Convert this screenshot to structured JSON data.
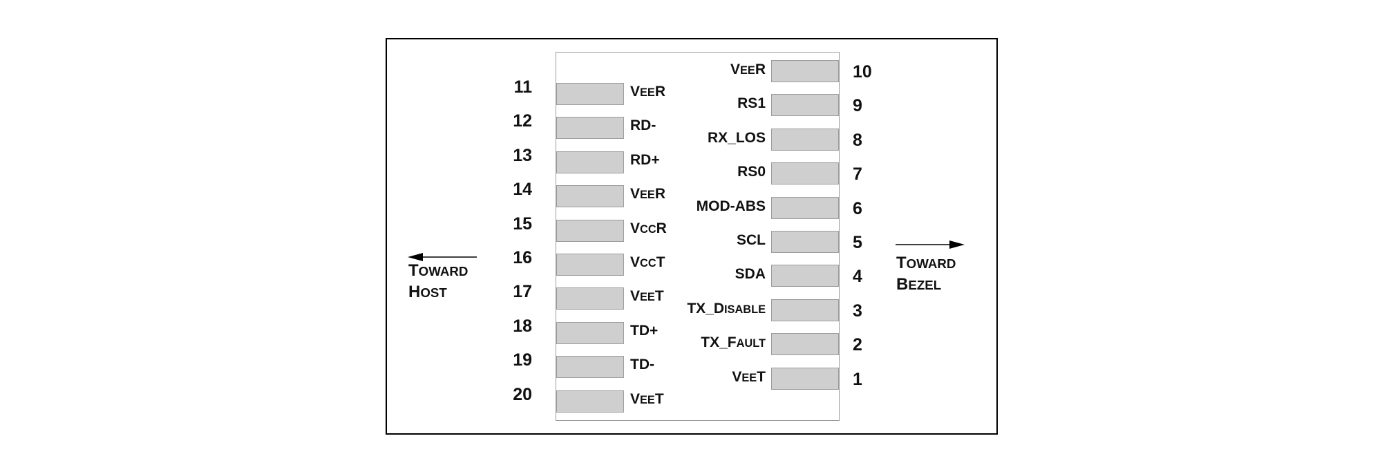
{
  "pins_left": [
    {
      "num": "11",
      "signal": [
        {
          "t": "V",
          "sc": false
        },
        {
          "t": "EE",
          "sc": true
        },
        {
          "t": "R",
          "sc": false
        }
      ]
    },
    {
      "num": "12",
      "signal": [
        {
          "t": "RD-",
          "sc": false
        }
      ]
    },
    {
      "num": "13",
      "signal": [
        {
          "t": "RD+",
          "sc": false
        }
      ]
    },
    {
      "num": "14",
      "signal": [
        {
          "t": "V",
          "sc": false
        },
        {
          "t": "EE",
          "sc": true
        },
        {
          "t": "R",
          "sc": false
        }
      ]
    },
    {
      "num": "15",
      "signal": [
        {
          "t": "V",
          "sc": false
        },
        {
          "t": "CC",
          "sc": true
        },
        {
          "t": "R",
          "sc": false
        }
      ]
    },
    {
      "num": "16",
      "signal": [
        {
          "t": "V",
          "sc": false
        },
        {
          "t": "CC",
          "sc": true
        },
        {
          "t": "T",
          "sc": false
        }
      ]
    },
    {
      "num": "17",
      "signal": [
        {
          "t": "V",
          "sc": false
        },
        {
          "t": "EE",
          "sc": true
        },
        {
          "t": "T",
          "sc": false
        }
      ]
    },
    {
      "num": "18",
      "signal": [
        {
          "t": "TD+",
          "sc": false
        }
      ]
    },
    {
      "num": "19",
      "signal": [
        {
          "t": "TD-",
          "sc": false
        }
      ]
    },
    {
      "num": "20",
      "signal": [
        {
          "t": "V",
          "sc": false
        },
        {
          "t": "EE",
          "sc": true
        },
        {
          "t": "T",
          "sc": false
        }
      ]
    }
  ],
  "pins_right": [
    {
      "num": "10",
      "signal": [
        {
          "t": "V",
          "sc": false
        },
        {
          "t": "EE",
          "sc": true
        },
        {
          "t": "R",
          "sc": false
        }
      ]
    },
    {
      "num": "9",
      "signal": [
        {
          "t": "RS1",
          "sc": false
        }
      ]
    },
    {
      "num": "8",
      "signal": [
        {
          "t": "RX_LOS",
          "sc": false
        }
      ]
    },
    {
      "num": "7",
      "signal": [
        {
          "t": "RS0",
          "sc": false
        }
      ]
    },
    {
      "num": "6",
      "signal": [
        {
          "t": "MOD-ABS",
          "sc": false
        }
      ]
    },
    {
      "num": "5",
      "signal": [
        {
          "t": "SCL",
          "sc": false
        }
      ]
    },
    {
      "num": "4",
      "signal": [
        {
          "t": "SDA",
          "sc": false
        }
      ]
    },
    {
      "num": "3",
      "signal": [
        {
          "t": "TX_D",
          "sc": false
        },
        {
          "t": "ISABLE",
          "sc": true
        }
      ]
    },
    {
      "num": "2",
      "signal": [
        {
          "t": "TX_F",
          "sc": false
        },
        {
          "t": "AULT",
          "sc": true
        }
      ]
    },
    {
      "num": "1",
      "signal": [
        {
          "t": "V",
          "sc": false
        },
        {
          "t": "EE",
          "sc": true
        },
        {
          "t": "T",
          "sc": false
        }
      ]
    }
  ],
  "direction_left": {
    "line1": [
      {
        "t": "T",
        "sc": false
      },
      {
        "t": "OWARD",
        "sc": true
      }
    ],
    "line2": [
      {
        "t": "H",
        "sc": false
      },
      {
        "t": "OST",
        "sc": true
      }
    ]
  },
  "direction_right": {
    "line1": [
      {
        "t": "T",
        "sc": false
      },
      {
        "t": "OWARD",
        "sc": true
      }
    ],
    "line2": [
      {
        "t": "B",
        "sc": false
      },
      {
        "t": "EZEL",
        "sc": true
      }
    ]
  },
  "colors": {
    "pad_fill": "#cfcfcf",
    "pad_border": "#9c9c9c",
    "connector_border": "#9a9a9a"
  }
}
